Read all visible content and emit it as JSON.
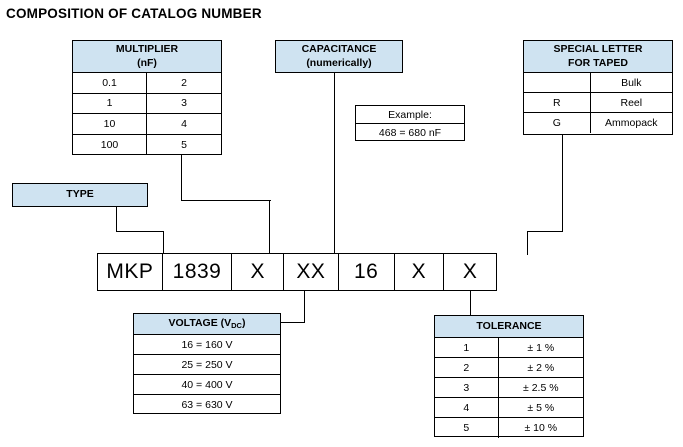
{
  "title": "COMPOSITION OF CATALOG NUMBER",
  "multiplier": {
    "header_line1": "MULTIPLIER",
    "header_line2": "(nF)",
    "rows": [
      {
        "code": "0.1",
        "value": "2"
      },
      {
        "code": "1",
        "value": "3"
      },
      {
        "code": "10",
        "value": "4"
      },
      {
        "code": "100",
        "value": "5"
      }
    ]
  },
  "capacitance": {
    "header_line1": "CAPACITANCE",
    "header_line2": "(numerically)",
    "example_label": "Example:",
    "example_value": "468 = 680 nF"
  },
  "special_letter": {
    "header_line1": "SPECIAL LETTER",
    "header_line2": "FOR TAPED",
    "rows": [
      {
        "code": "",
        "value": "Bulk"
      },
      {
        "code": "R",
        "value": "Reel"
      },
      {
        "code": "G",
        "value": "Ammopack"
      }
    ]
  },
  "type": {
    "header": "TYPE"
  },
  "catalog_number": {
    "segments": [
      "MKP",
      "1839",
      "X",
      "XX",
      "16",
      "X",
      "X"
    ]
  },
  "voltage": {
    "header_prefix": "VOLTAGE (V",
    "header_sub": "DC",
    "header_suffix": ")",
    "rows": [
      {
        "value": "16 = 160 V"
      },
      {
        "value": "25 = 250 V"
      },
      {
        "value": "40 = 400 V"
      },
      {
        "value": "63 = 630 V"
      }
    ]
  },
  "tolerance": {
    "header": "TOLERANCE",
    "rows": [
      {
        "code": "1",
        "value": "± 1 %"
      },
      {
        "code": "2",
        "value": "± 2 %"
      },
      {
        "code": "3",
        "value": "± 2.5 %"
      },
      {
        "code": "4",
        "value": "± 5 %"
      },
      {
        "code": "5",
        "value": "± 10 %"
      }
    ]
  },
  "colors": {
    "header_fill": "#cfe3f1",
    "line": "#000000",
    "background": "#ffffff"
  }
}
